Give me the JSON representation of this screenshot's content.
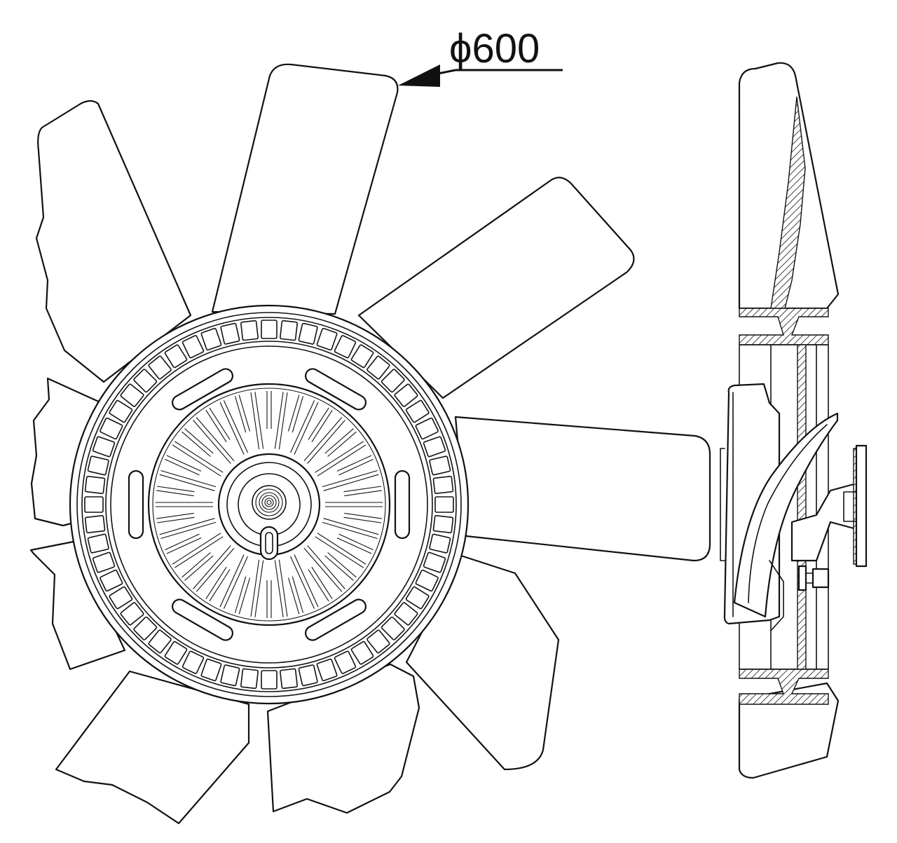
{
  "dimension": {
    "label": "ϕ600"
  },
  "views": [
    "front-view",
    "side-view"
  ],
  "parts": {
    "blade_count": 9,
    "ring_window_count": 56,
    "hub_slot_count": 6
  },
  "colors": {
    "line": "#111111",
    "background": "#ffffff"
  }
}
